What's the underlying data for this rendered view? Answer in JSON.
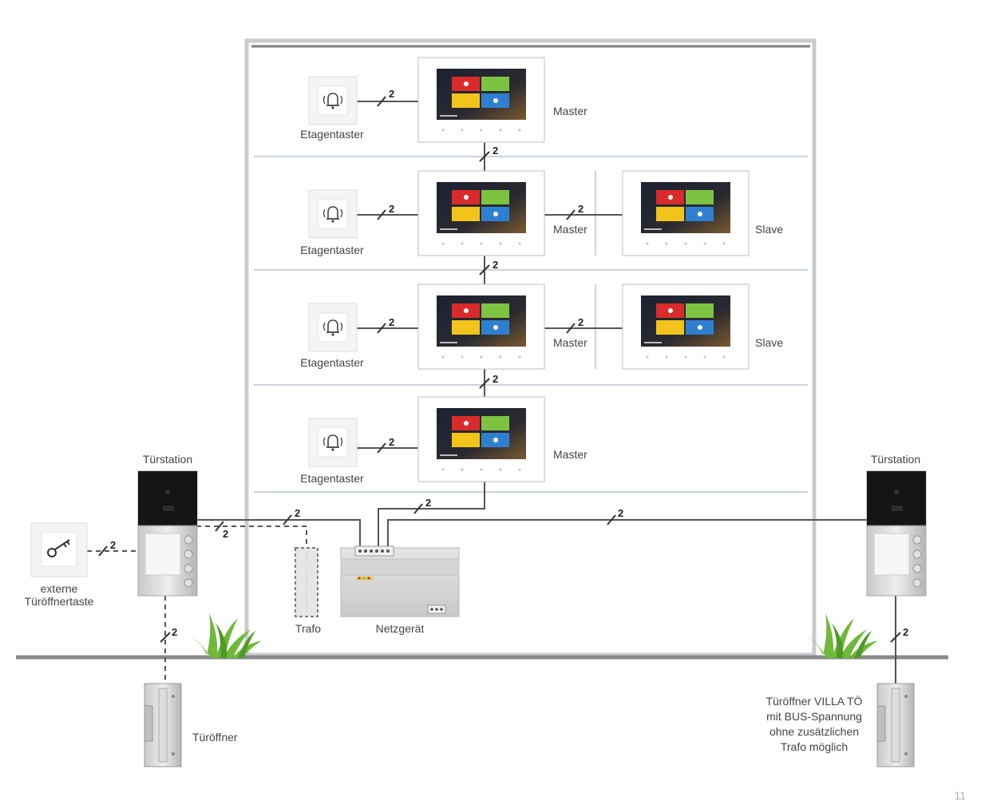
{
  "floors": [
    {
      "button_label": "Etagentaster",
      "master_label": "Master",
      "wire_button": "2",
      "wire_riser": "2"
    },
    {
      "button_label": "Etagentaster",
      "master_label": "Master",
      "slave_label": "Slave",
      "wire_button": "2",
      "wire_slave": "2",
      "wire_riser": "2"
    },
    {
      "button_label": "Etagentaster",
      "master_label": "Master",
      "slave_label": "Slave",
      "wire_button": "2",
      "wire_slave": "2",
      "wire_riser": "2"
    },
    {
      "button_label": "Etagentaster",
      "master_label": "Master",
      "wire_button": "2"
    }
  ],
  "left_door": {
    "station_label": "Türstation",
    "ext_button_line1": "externe",
    "ext_button_line2": "Türöffnertaste",
    "opener_label": "Türöffner",
    "wire_ext": "2",
    "wire_opener": "2",
    "wire_trafo": "2",
    "wire_bus": "2"
  },
  "trafo_label": "Trafo",
  "psu_label": "Netzgerät",
  "wire_psu_riser": "2",
  "right_door": {
    "station_label": "Türstation",
    "opener_lines": [
      "Türöffner VILLA TÖ",
      "mit BUS-Spannung",
      "ohne zusätzlichen",
      "Trafo möglich"
    ],
    "wire_bus": "2",
    "wire_opener": "2"
  },
  "page_number": "11",
  "colors": {
    "wire": "#555555",
    "building_frame": "#c8ccd0",
    "floor_divider": "#c9d3dc",
    "ground": "#8a8a8a",
    "tile_red": "#d92b2b",
    "tile_green": "#7ec242",
    "tile_yellow": "#f2c31b",
    "tile_blue": "#2f7fd1",
    "grass": "#6fb83a"
  }
}
